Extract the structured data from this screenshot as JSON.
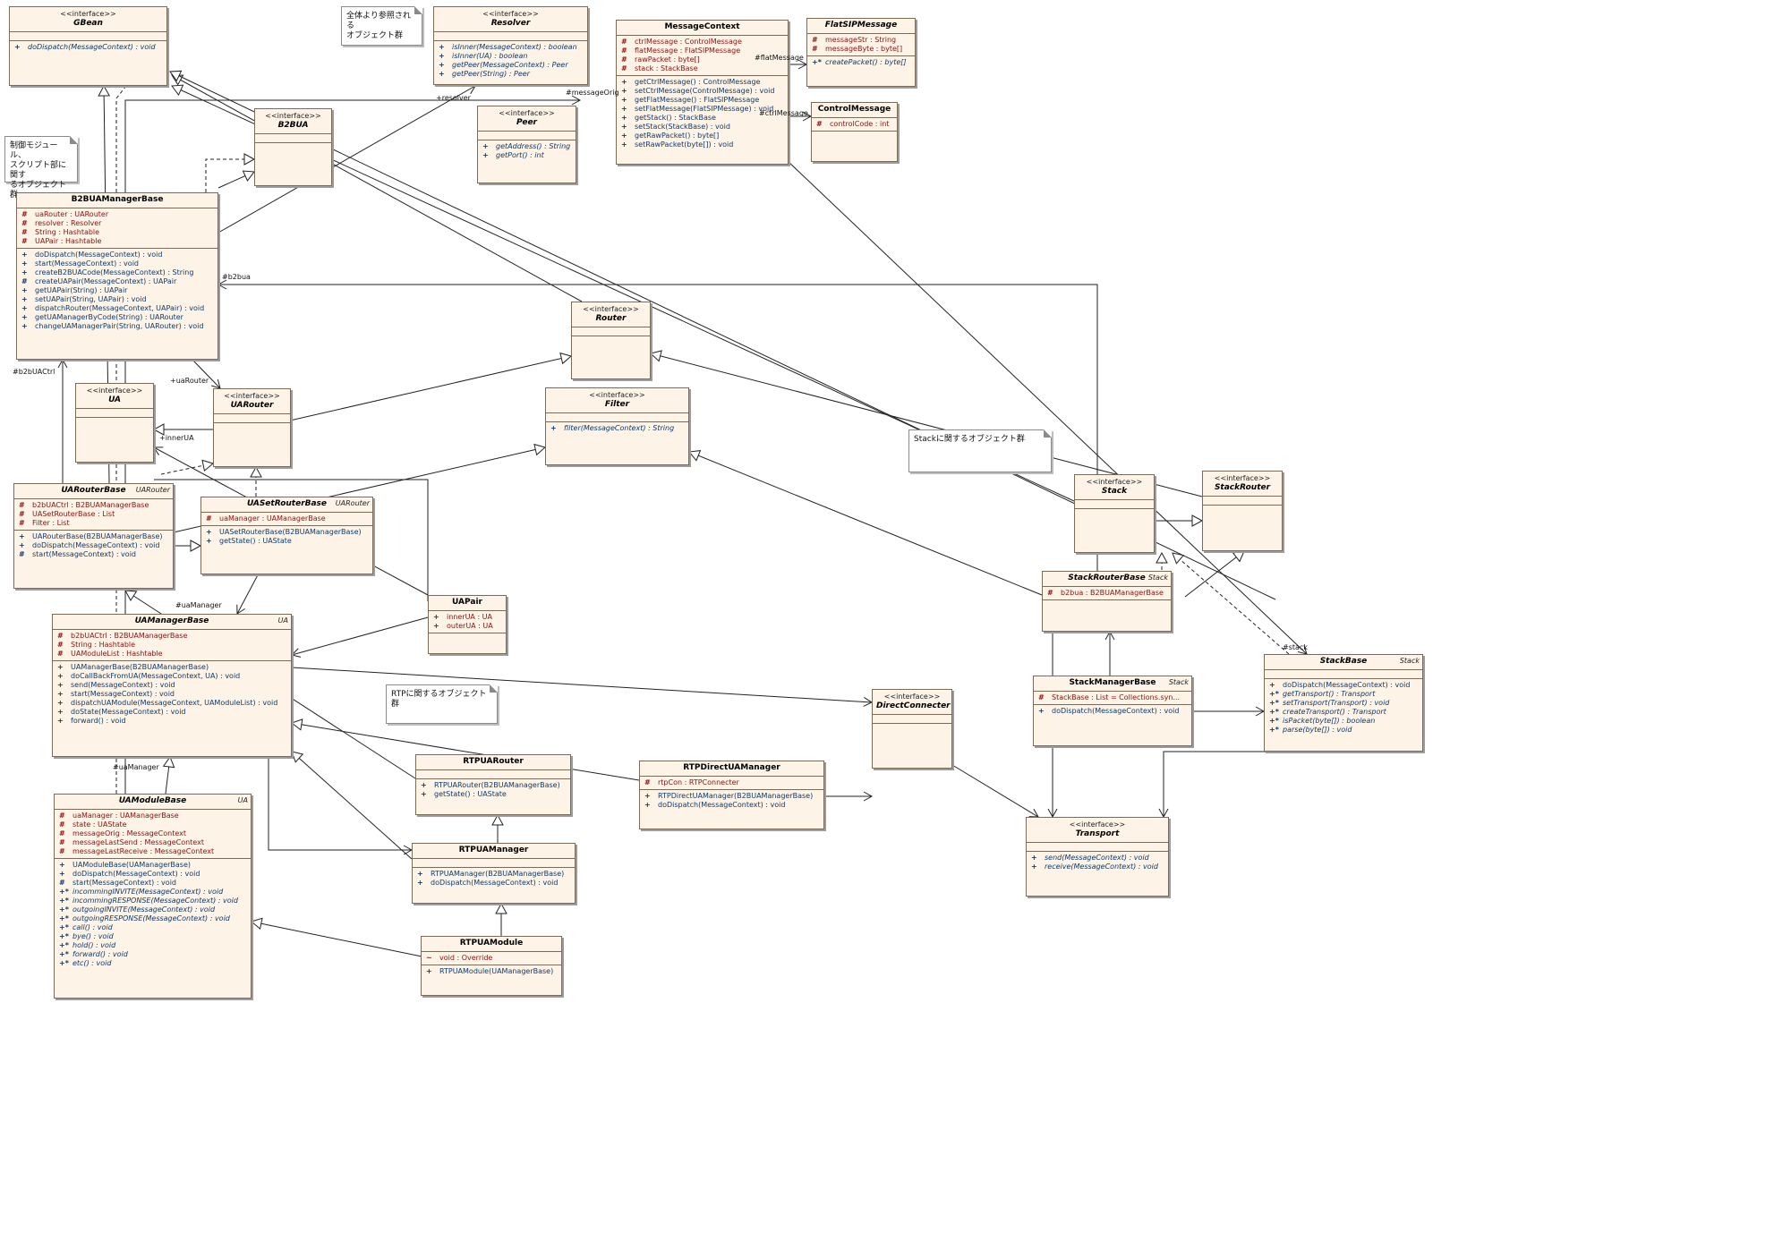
{
  "notes": {
    "global": "全体より参照される\nオブジェクト群",
    "control": "制御モジュール、\nスクリプト部に関す\nるオブジェクト群",
    "stack": "Stackに関するオブジェクト群",
    "rtp": "RTPに関するオブジェクト群"
  },
  "classes": {
    "gbean": {
      "stereo": "<<interface>>",
      "name": "GBean",
      "attrs": [],
      "ops": [
        {
          "v": "+",
          "t": "doDispatch(MessageContext) : void",
          "i": true
        }
      ]
    },
    "resolver": {
      "stereo": "<<interface>>",
      "name": "Resolver",
      "ops": [
        {
          "v": "+",
          "t": "isInner(MessageContext) : boolean",
          "i": true
        },
        {
          "v": "+",
          "t": "isInner(UA) : boolean",
          "i": true
        },
        {
          "v": "+",
          "t": "getPeer(MessageContext) : Peer",
          "i": true
        },
        {
          "v": "+",
          "t": "getPeer(String) : Peer",
          "i": true
        }
      ]
    },
    "peer": {
      "stereo": "<<interface>>",
      "name": "Peer",
      "ops": [
        {
          "v": "+",
          "t": "getAddress() : String",
          "i": true
        },
        {
          "v": "+",
          "t": "getPort() : int",
          "i": true
        }
      ]
    },
    "messagecontext": {
      "name": "MessageContext",
      "attrs": [
        {
          "v": "#",
          "t": "ctrlMessage : ControlMessage"
        },
        {
          "v": "#",
          "t": "flatMessage : FlatSIPMessage"
        },
        {
          "v": "#",
          "t": "rawPacket : byte[]"
        },
        {
          "v": "#",
          "t": "stack : StackBase"
        }
      ],
      "ops": [
        {
          "v": "+",
          "t": "getCtrlMessage() : ControlMessage"
        },
        {
          "v": "+",
          "t": "setCtrlMessage(ControlMessage) : void"
        },
        {
          "v": "+",
          "t": "getFlatMessage() : FlatSIPMessage"
        },
        {
          "v": "+",
          "t": "setFlatMessage(FlatSIPMessage) : void"
        },
        {
          "v": "+",
          "t": "getStack() : StackBase"
        },
        {
          "v": "+",
          "t": "setStack(StackBase) : void"
        },
        {
          "v": "+",
          "t": "getRawPacket() : byte[]"
        },
        {
          "v": "+",
          "t": "setRawPacket(byte[]) : void"
        }
      ]
    },
    "flatsipmessage": {
      "name": "FlatSIPMessage",
      "attrs": [
        {
          "v": "#",
          "t": "messageStr : String"
        },
        {
          "v": "#",
          "t": "messageByte : byte[]"
        }
      ],
      "ops": [
        {
          "v": "+*",
          "t": "createPacket() : byte[]",
          "i": true
        }
      ]
    },
    "controlmessage": {
      "name": "ControlMessage",
      "attrs": [
        {
          "v": "#",
          "t": "controlCode : int"
        }
      ]
    },
    "b2bua": {
      "stereo": "<<interface>>",
      "name": "B2BUA"
    },
    "b2buamanagerbase": {
      "name": "B2BUAManagerBase",
      "attrs": [
        {
          "v": "#",
          "t": "uaRouter : UARouter"
        },
        {
          "v": "#",
          "t": "resolver : Resolver"
        },
        {
          "v": "#",
          "t": "String : Hashtable"
        },
        {
          "v": "#",
          "t": "UAPair : Hashtable"
        }
      ],
      "ops": [
        {
          "v": "+",
          "t": "doDispatch(MessageContext) : void"
        },
        {
          "v": "+",
          "t": "start(MessageContext) : void"
        },
        {
          "v": "+",
          "t": "createB2BUACode(MessageContext) : String"
        },
        {
          "v": "#",
          "t": "createUAPair(MessageContext) : UAPair"
        },
        {
          "v": "+",
          "t": "getUAPair(String) : UAPair"
        },
        {
          "v": "+",
          "t": "setUAPair(String, UAPair) : void"
        },
        {
          "v": "+",
          "t": "dispatchRouter(MessageContext, UAPair) : void"
        },
        {
          "v": "+",
          "t": "getUAManagerByCode(String) : UARouter"
        },
        {
          "v": "+",
          "t": "changeUAManagerPair(String, UARouter) : void"
        }
      ]
    },
    "router": {
      "stereo": "<<interface>>",
      "name": "Router"
    },
    "filter": {
      "stereo": "<<interface>>",
      "name": "Filter",
      "ops": [
        {
          "v": "+",
          "t": "filter(MessageContext) : String",
          "i": true
        }
      ]
    },
    "ua": {
      "stereo": "<<interface>>",
      "name": "UA"
    },
    "uarouter": {
      "stereo": "<<interface>>",
      "name": "UARouter"
    },
    "uarouterbase": {
      "name": "UARouterBase",
      "tag": "UARouter",
      "attrs": [
        {
          "v": "#",
          "t": "b2bUACtrl : B2BUAManagerBase"
        },
        {
          "v": "#",
          "t": "UASetRouterBase : List"
        },
        {
          "v": "#",
          "t": "Filter : List"
        }
      ],
      "ops": [
        {
          "v": "+",
          "t": "UARouterBase(B2BUAManagerBase)"
        },
        {
          "v": "+",
          "t": "doDispatch(MessageContext) : void"
        },
        {
          "v": "#",
          "t": "start(MessageContext) : void"
        }
      ]
    },
    "uasetrouterbase": {
      "name": "UASetRouterBase",
      "tag": "UARouter",
      "attrs": [
        {
          "v": "#",
          "t": "uaManager : UAManagerBase"
        }
      ],
      "ops": [
        {
          "v": "+",
          "t": "UASetRouterBase(B2BUAManagerBase)"
        },
        {
          "v": "+",
          "t": "getState() : UAState"
        }
      ]
    },
    "uapair": {
      "name": "UAPair",
      "attrs": [
        {
          "v": "+",
          "t": "innerUA : UA"
        },
        {
          "v": "+",
          "t": "outerUA : UA"
        }
      ]
    },
    "uamanagerbase": {
      "name": "UAManagerBase",
      "tag": "UA",
      "attrs": [
        {
          "v": "#",
          "t": "b2bUACtrl : B2BUAManagerBase"
        },
        {
          "v": "#",
          "t": "String : Hashtable"
        },
        {
          "v": "#",
          "t": "UAModuleList : Hashtable"
        }
      ],
      "ops": [
        {
          "v": "+",
          "t": "UAManagerBase(B2BUAManagerBase)"
        },
        {
          "v": "+",
          "t": "doCallBackFromUA(MessageContext, UA) : void"
        },
        {
          "v": "+",
          "t": "send(MessageContext) : void"
        },
        {
          "v": "+",
          "t": "start(MessageContext) : void"
        },
        {
          "v": "+",
          "t": "dispatchUAModule(MessageContext, UAModuleList) : void"
        },
        {
          "v": "+",
          "t": "doState(MessageContext) : void"
        },
        {
          "v": "+",
          "t": "forward() : void"
        }
      ]
    },
    "uamodulebase": {
      "name": "UAModuleBase",
      "tag": "UA",
      "attrs": [
        {
          "v": "#",
          "t": "uaManager : UAManagerBase"
        },
        {
          "v": "#",
          "t": "state : UAState"
        },
        {
          "v": "#",
          "t": "messageOrig : MessageContext"
        },
        {
          "v": "#",
          "t": "messageLastSend : MessageContext"
        },
        {
          "v": "#",
          "t": "messageLastReceive : MessageContext"
        }
      ],
      "ops": [
        {
          "v": "+",
          "t": "UAModuleBase(UAManagerBase)"
        },
        {
          "v": "+",
          "t": "doDispatch(MessageContext) : void"
        },
        {
          "v": "#",
          "t": "start(MessageContext) : void"
        },
        {
          "v": "+*",
          "t": "incommingINVITE(MessageContext) : void",
          "i": true
        },
        {
          "v": "+*",
          "t": "incommingRESPONSE(MessageContext) : void",
          "i": true
        },
        {
          "v": "+*",
          "t": "outgoingINVITE(MessageContext) : void",
          "i": true
        },
        {
          "v": "+*",
          "t": "outgoingRESPONSE(MessageContext) : void",
          "i": true
        },
        {
          "v": "+*",
          "t": "call() : void",
          "i": true
        },
        {
          "v": "+*",
          "t": "bye() : void",
          "i": true
        },
        {
          "v": "+*",
          "t": "hold() : void",
          "i": true
        },
        {
          "v": "+*",
          "t": "forward() : void",
          "i": true
        },
        {
          "v": "+*",
          "t": "etc() : void",
          "i": true
        }
      ]
    },
    "rtpuarouter": {
      "name": "RTPUARouter",
      "attrs": [],
      "ops": [
        {
          "v": "+",
          "t": "RTPUARouter(B2BUAManagerBase)"
        },
        {
          "v": "+",
          "t": "getState() : UAState"
        }
      ]
    },
    "rtpuamanager": {
      "name": "RTPUAManager",
      "attrs": [],
      "ops": [
        {
          "v": "+",
          "t": "RTPUAManager(B2BUAManagerBase)"
        },
        {
          "v": "+",
          "t": "doDispatch(MessageContext) : void"
        }
      ]
    },
    "rtpuamodule": {
      "name": "RTPUAModule",
      "attrs": [
        {
          "v": "~",
          "t": "void : Override"
        }
      ],
      "ops": [
        {
          "v": "+",
          "t": "RTPUAModule(UAManagerBase)"
        }
      ]
    },
    "rtpdirectuamanager": {
      "name": "RTPDirectUAManager",
      "attrs": [
        {
          "v": "#",
          "t": "rtpCon : RTPConnecter"
        }
      ],
      "ops": [
        {
          "v": "+",
          "t": "RTPDirectUAManager(B2BUAManagerBase)"
        },
        {
          "v": "+",
          "t": "doDispatch(MessageContext) : void"
        }
      ]
    },
    "directconnecter": {
      "stereo": "<<interface>>",
      "name": "DirectConnecter"
    },
    "transport": {
      "stereo": "<<interface>>",
      "name": "Transport",
      "ops": [
        {
          "v": "+",
          "t": "send(MessageContext) : void",
          "i": true
        },
        {
          "v": "+",
          "t": "receive(MessageContext) : void",
          "i": true
        }
      ]
    },
    "stack": {
      "stereo": "<<interface>>",
      "name": "Stack"
    },
    "stackrouter": {
      "stereo": "<<interface>>",
      "name": "StackRouter"
    },
    "stackrouterbase": {
      "name": "StackRouterBase",
      "tag": "Stack",
      "attrs": [
        {
          "v": "#",
          "t": "b2bua : B2BUAManagerBase"
        }
      ]
    },
    "stackmanagerbase": {
      "name": "StackManagerBase",
      "tag": "Stack",
      "attrs": [
        {
          "v": "#",
          "t": "StackBase : List = Collections.syn..."
        }
      ],
      "ops": [
        {
          "v": "+",
          "t": "doDispatch(MessageContext) : void"
        }
      ]
    },
    "stackbase": {
      "name": "StackBase",
      "tag": "Stack",
      "attrs": [],
      "ops": [
        {
          "v": "+",
          "t": "doDispatch(MessageContext) : void"
        },
        {
          "v": "+*",
          "t": "getTransport() : Transport",
          "i": true
        },
        {
          "v": "+*",
          "t": "setTransport(Transport) : void",
          "i": true
        },
        {
          "v": "+*",
          "t": "createTransport() : Transport",
          "i": true
        },
        {
          "v": "+*",
          "t": "isPacket(byte[]) : boolean",
          "i": true
        },
        {
          "v": "+*",
          "t": "parse(byte[]) : void",
          "i": true
        }
      ]
    }
  },
  "roles": {
    "resolver": "+resolver",
    "messageOrig": "#messageOrig",
    "flatMessage": "#flatMessage",
    "ctrlMessage": "#ctrlMessage",
    "b2bua": "#b2bua",
    "b2bUACtrl": "#b2bUACtrl",
    "uaRouter": "+uaRouter",
    "innerUA": "+innerUA",
    "uaManager1": "#uaManager",
    "uaManager2": "#uaManager",
    "stack": "#stack"
  }
}
